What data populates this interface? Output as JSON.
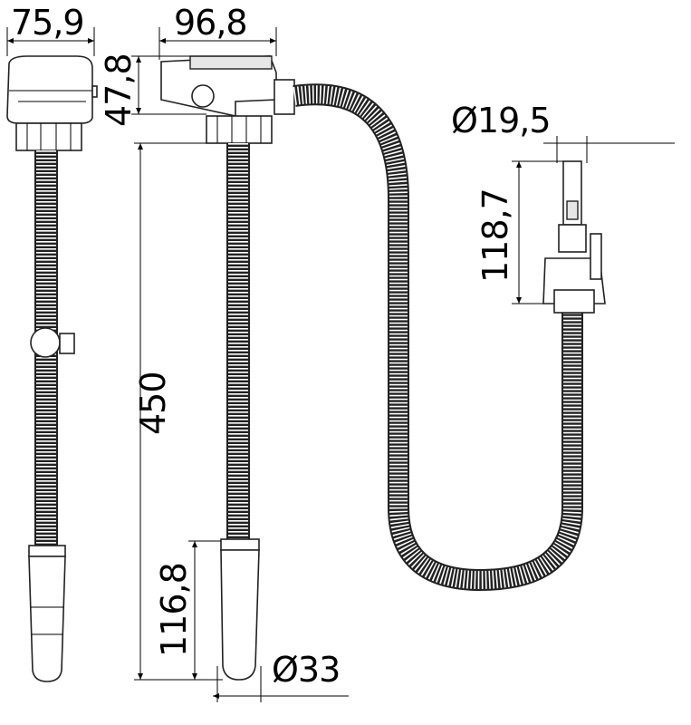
{
  "title": "Pump dimension drawing",
  "dimensions": {
    "side_width": "75,9",
    "front_width": "96,8",
    "head_height": "47,8",
    "hose_length": "450",
    "float_length": "116,8",
    "float_diameter": "Ø33",
    "outlet_diameter": "Ø19,5",
    "outlet_height": "118,7"
  }
}
